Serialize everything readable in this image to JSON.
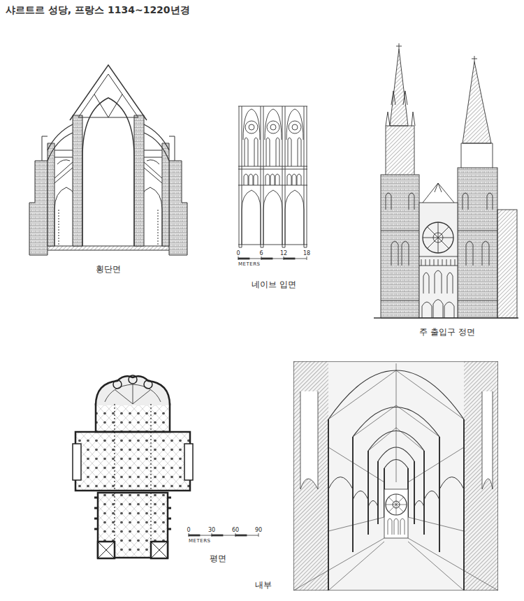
{
  "diagram": {
    "title": "샤르트르 성당, 프랑스 1134~1220년경",
    "labels": [
      "횡단면",
      "0",
      "6",
      "12",
      "18",
      "METERS",
      "네이브 입면",
      "주 출입구 정면",
      "0",
      "30",
      "60",
      "90",
      "METERS",
      "평면",
      "내부"
    ]
  }
}
